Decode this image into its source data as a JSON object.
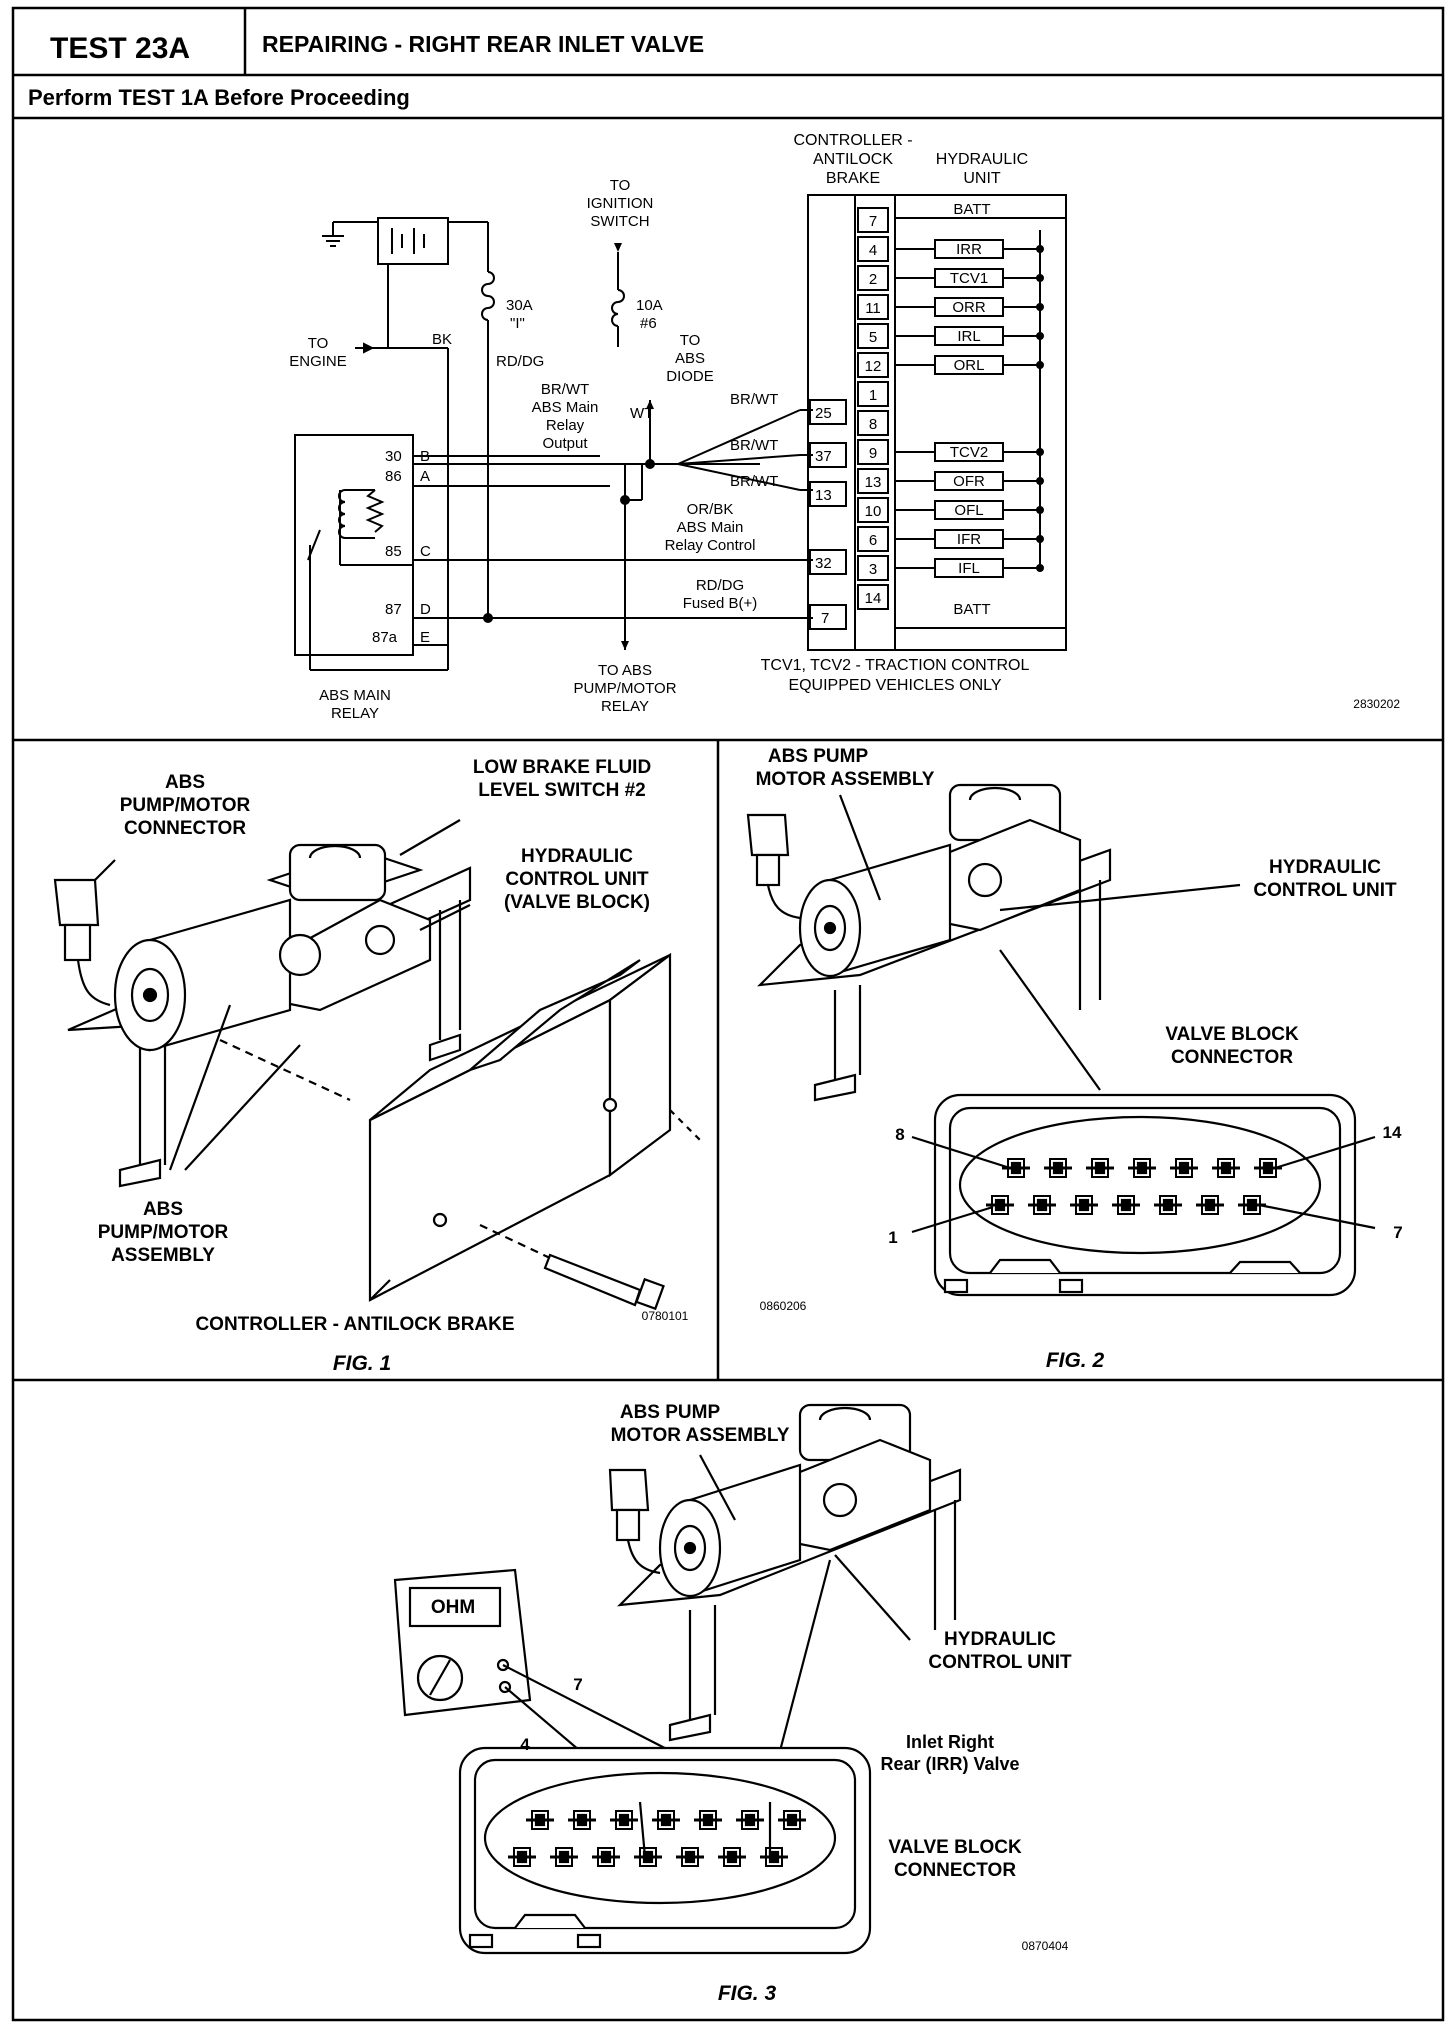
{
  "header": {
    "test_id": "TEST 23A",
    "title": "REPAIRING - RIGHT REAR INLET VALVE",
    "note": "Perform TEST 1A Before Proceeding"
  },
  "schematic": {
    "ref": "2830202",
    "controller_label": [
      "CONTROLLER -",
      "ANTILOCK",
      "BRAKE"
    ],
    "hcu_label": [
      "HYDRAULIC",
      "UNIT"
    ],
    "to_ignition": [
      "TO",
      "IGNITION",
      "SWITCH"
    ],
    "fuse_30a": [
      "30A",
      "\"I\""
    ],
    "fuse_10a": [
      "10A",
      "#6"
    ],
    "to_engine": [
      "TO",
      "ENGINE"
    ],
    "bk": "BK",
    "rd_dg": "RD/DG",
    "wt": "WT",
    "to_abs_diode": [
      "TO",
      "ABS",
      "DIODE"
    ],
    "relay_output": [
      "BR/WT",
      "ABS Main",
      "Relay",
      "Output"
    ],
    "relay_control": [
      "OR/BK",
      "ABS Main",
      "Relay Control"
    ],
    "fused_b": [
      "RD/DG",
      "Fused B(+)"
    ],
    "br_wt": "BR/WT",
    "to_pump_relay": [
      "TO ABS",
      "PUMP/MOTOR",
      "RELAY"
    ],
    "relay_name": [
      "ABS MAIN",
      "RELAY"
    ],
    "relay_pins": [
      {
        "num": "30",
        "let": "B"
      },
      {
        "num": "86",
        "let": "A"
      },
      {
        "num": "85",
        "let": "C"
      },
      {
        "num": "87",
        "let": "D"
      },
      {
        "num": "87a",
        "let": "E"
      }
    ],
    "controller_pins": [
      "25",
      "37",
      "13",
      "32",
      "7"
    ],
    "hcu_pins": [
      "7",
      "4",
      "2",
      "11",
      "5",
      "12",
      "1",
      "8",
      "9",
      "13",
      "10",
      "6",
      "3",
      "14"
    ],
    "valves": [
      "IRR",
      "TCV1",
      "ORR",
      "IRL",
      "ORL",
      "TCV2",
      "OFR",
      "OFL",
      "IFR",
      "IFL"
    ],
    "batt": "BATT",
    "traction_note": [
      "TCV1, TCV2 - TRACTION CONTROL",
      "EQUIPPED VEHICLES ONLY"
    ]
  },
  "fig1": {
    "caption": "FIG. 1",
    "ref": "0780101",
    "labels": {
      "connector": [
        "ABS",
        "PUMP/MOTOR",
        "CONNECTOR"
      ],
      "fluid_switch": [
        "LOW BRAKE FLUID",
        "LEVEL SWITCH #2"
      ],
      "hcu": [
        "HYDRAULIC",
        "CONTROL UNIT",
        "(VALVE BLOCK)"
      ],
      "pump_assy": [
        "ABS",
        "PUMP/MOTOR",
        "ASSEMBLY"
      ],
      "controller": "CONTROLLER - ANTILOCK BRAKE"
    }
  },
  "fig2": {
    "caption": "FIG. 2",
    "ref": "0860206",
    "labels": {
      "pump": [
        "ABS PUMP",
        "MOTOR ASSEMBLY"
      ],
      "hcu": [
        "HYDRAULIC",
        "CONTROL UNIT"
      ],
      "vbc": [
        "VALVE BLOCK",
        "CONNECTOR"
      ]
    },
    "pins": {
      "p8": "8",
      "p14": "14",
      "p1": "1",
      "p7": "7"
    }
  },
  "fig3": {
    "caption": "FIG. 3",
    "ref": "0870404",
    "labels": {
      "pump": [
        "ABS PUMP",
        "MOTOR ASSEMBLY"
      ],
      "hcu": [
        "HYDRAULIC",
        "CONTROL UNIT"
      ],
      "inlet": [
        "Inlet Right",
        "Rear (IRR) Valve"
      ],
      "vbc": [
        "VALVE BLOCK",
        "CONNECTOR"
      ],
      "ohm": "OHM"
    },
    "pins": {
      "p7": "7",
      "p4": "4"
    }
  }
}
